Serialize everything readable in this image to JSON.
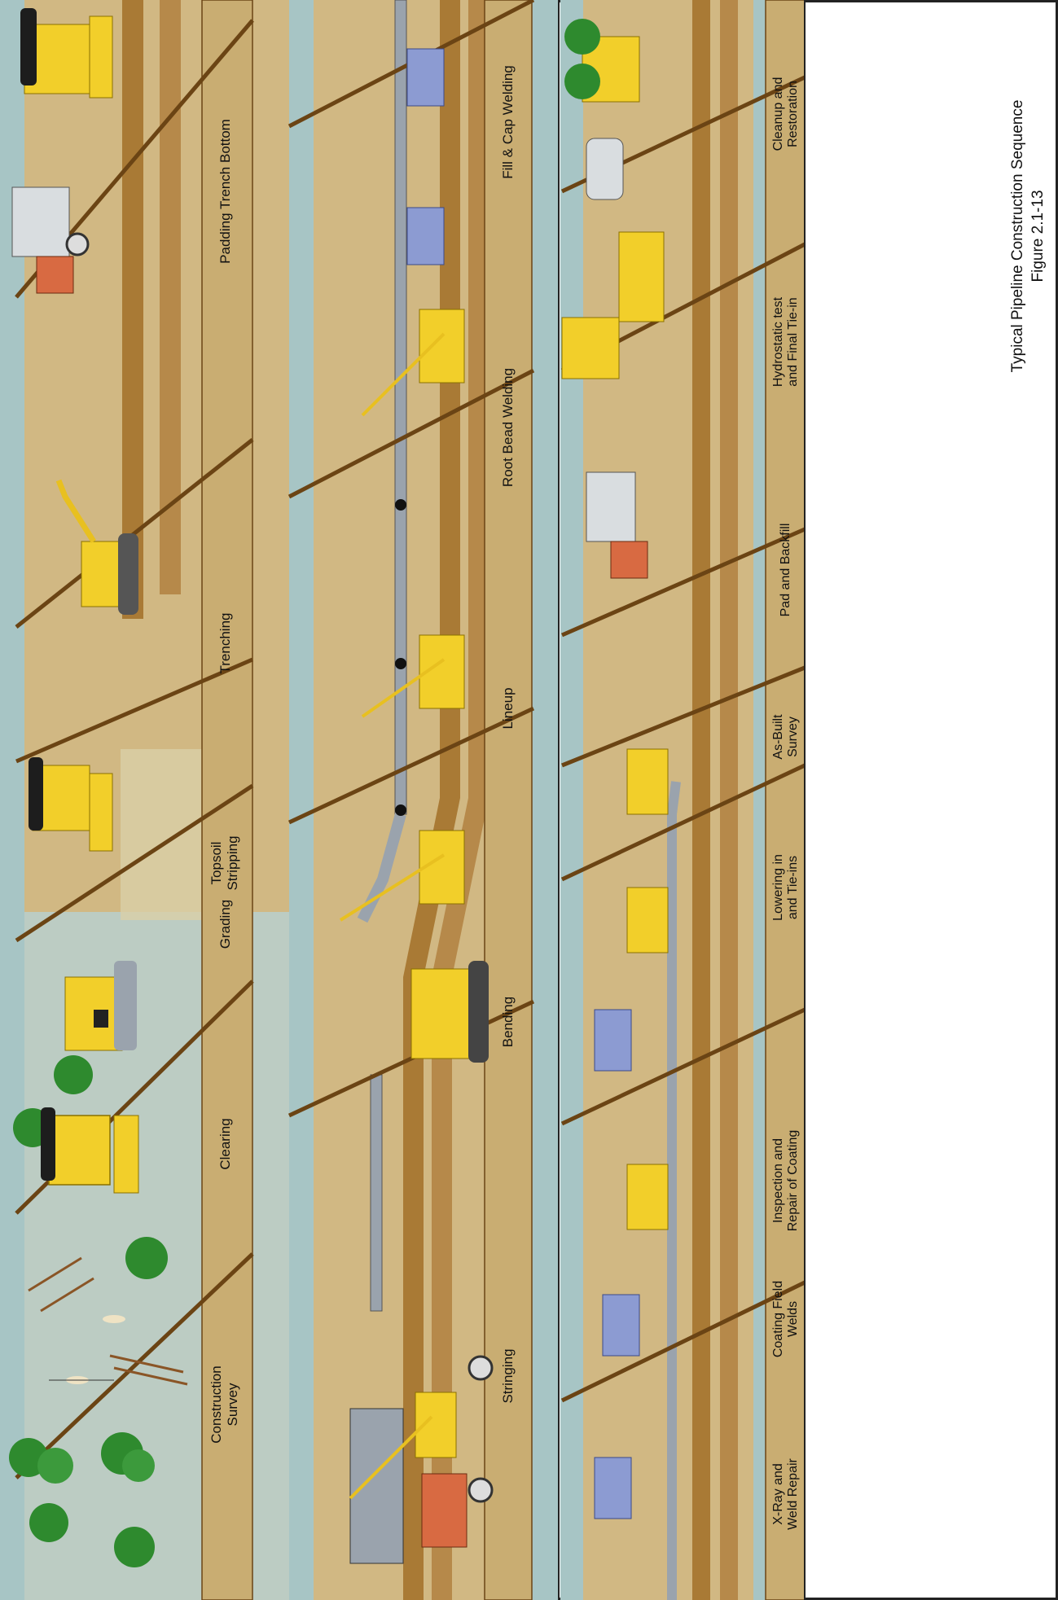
{
  "figure": {
    "title": "Typical Pipeline Construction Sequence",
    "number": "Figure 2.1-13"
  },
  "panels": [
    {
      "id": "panel-1",
      "stages": [
        {
          "lines": [
            "Construction",
            "Survey"
          ]
        },
        {
          "lines": [
            "Clearing"
          ]
        },
        {
          "lines": [
            "Grading"
          ]
        },
        {
          "lines": [
            "Topsoil",
            "Stripping"
          ]
        },
        {
          "lines": [
            "Trenching"
          ]
        },
        {
          "lines": [
            "Padding Trench Bottom"
          ]
        }
      ]
    },
    {
      "id": "panel-2",
      "stages": [
        {
          "lines": [
            "Stringing"
          ]
        },
        {
          "lines": [
            "Bending"
          ]
        },
        {
          "lines": [
            "Lineup"
          ]
        },
        {
          "lines": [
            "Root Bead Welding"
          ]
        },
        {
          "lines": [
            "Fill & Cap Welding"
          ]
        }
      ]
    },
    {
      "id": "panel-3",
      "stages": [
        {
          "lines": [
            "X-Ray and",
            "Weld Repair"
          ]
        },
        {
          "lines": [
            "Coating Field",
            "Welds"
          ]
        },
        {
          "lines": [
            "Inspection and",
            "Repair of Coating"
          ]
        },
        {
          "lines": [
            "Lowering in",
            "and Tie-ins"
          ]
        },
        {
          "lines": [
            "As-Built",
            "Survey"
          ]
        },
        {
          "lines": [
            "Pad and Backfill"
          ]
        },
        {
          "lines": [
            "Hydrostatic test",
            "and Final Tie-in"
          ]
        },
        {
          "lines": [
            "Cleanup and",
            "Restoration"
          ]
        }
      ]
    }
  ],
  "colors": {
    "ground": "#c9ad72",
    "band": "#a0c3c3",
    "trench": "#a87b32",
    "labelStrip": "#c9ad72",
    "divider": "#6b4414",
    "equipment": "#f2cf2a",
    "truckCab": "#d86a42",
    "pickup": "#8c9bd2",
    "pipe": "#9aa3ad",
    "tree": "#2e8a2e"
  }
}
